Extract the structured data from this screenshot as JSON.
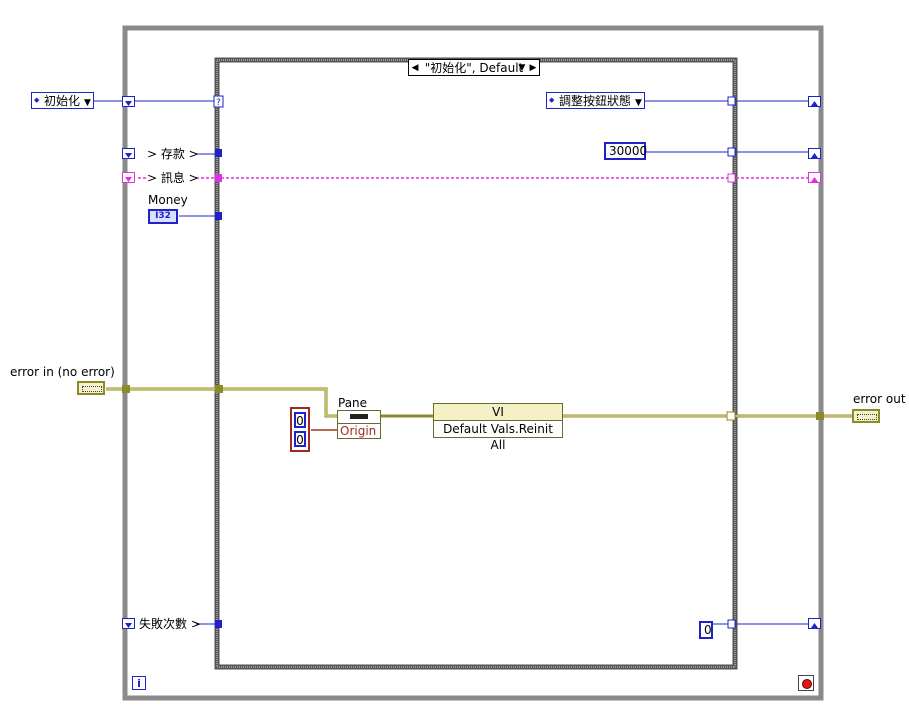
{
  "case_selector": {
    "label": "\"初始化\", Default"
  },
  "left": {
    "enum_init": "初始化",
    "shift_deposit": "> 存款 >",
    "shift_message": "> 訊息 >",
    "money_label": "Money",
    "i32_tag": "I32",
    "fail_count": "失敗次數 >",
    "error_in_label": "error in (no error)"
  },
  "inner": {
    "enum_adjust": "調整按鈕狀態",
    "const_30000": "30000",
    "const_0": "0",
    "pane_label": "Pane",
    "origin_label": "Origin",
    "origin_x": "0",
    "origin_y": "0",
    "vi_header": "VI",
    "vi_method": "Default Vals.Reinit All"
  },
  "right": {
    "error_out_label": "error out"
  },
  "colors": {
    "enum_wire": "#1d23c9",
    "string_wire": "#e030e0",
    "error_wire": "#8c8a2a",
    "reference_wire": "#a02a20",
    "loop_border": "#8a8a8a",
    "case_border": "#555555"
  },
  "icons": [
    "info-icon",
    "stop-icon",
    "cluster-icon"
  ]
}
